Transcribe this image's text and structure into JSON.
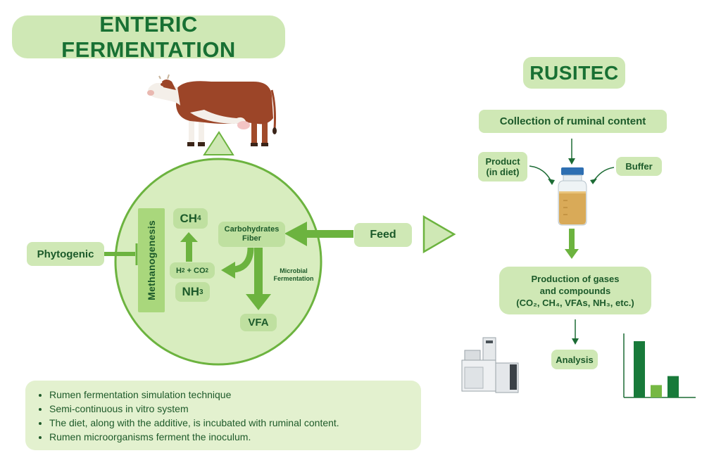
{
  "enteric": {
    "title": "ENTERIC FERMENTATION",
    "ch4": "CH",
    "ch4_sub": "4",
    "carbohydrates": "Carbohydrates",
    "fiber": "Fiber",
    "h2": "H",
    "h2_sub": "2",
    "plus_co": "+ CO",
    "co2_sub": "2",
    "nh3": "NH",
    "nh3_sub": "3",
    "microbial": "Microbial",
    "fermentation": "Fermentation",
    "vfa": "VFA",
    "methanogenesis": "Methanogenesis",
    "phytogenic": "Phytogenic",
    "feed": "Feed"
  },
  "rusitec": {
    "title": "RUSITEC",
    "collection": "Collection of ruminal content",
    "product_line1": "Product",
    "product_line2": "(in diet)",
    "buffer": "Buffer",
    "production_line1": "Production of gases",
    "production_line2": "and compounds",
    "production_line3": "(CO₂, CH₄, VFAs, NH₃, etc.)",
    "analysis": "Analysis"
  },
  "bullets": [
    "Rumen fermentation simulation technique",
    "Semi-continuous in vitro system",
    "The diet, along with the additive, is incubated with ruminal content.",
    "Rumen microorganisms ferment the inoculum."
  ],
  "colors": {
    "light_green": "#cfe8b5",
    "circle_fill": "#d8edbf",
    "arrow_green": "#6cb33f",
    "dark_green": "#1c6b34",
    "bar_dark": "#187a3a",
    "bar_light": "#76b843"
  },
  "chart_data": {
    "type": "bar",
    "categories": [
      "",
      "",
      ""
    ],
    "values": [
      10,
      2.2,
      3.8
    ],
    "ylim": [
      0,
      11
    ]
  }
}
